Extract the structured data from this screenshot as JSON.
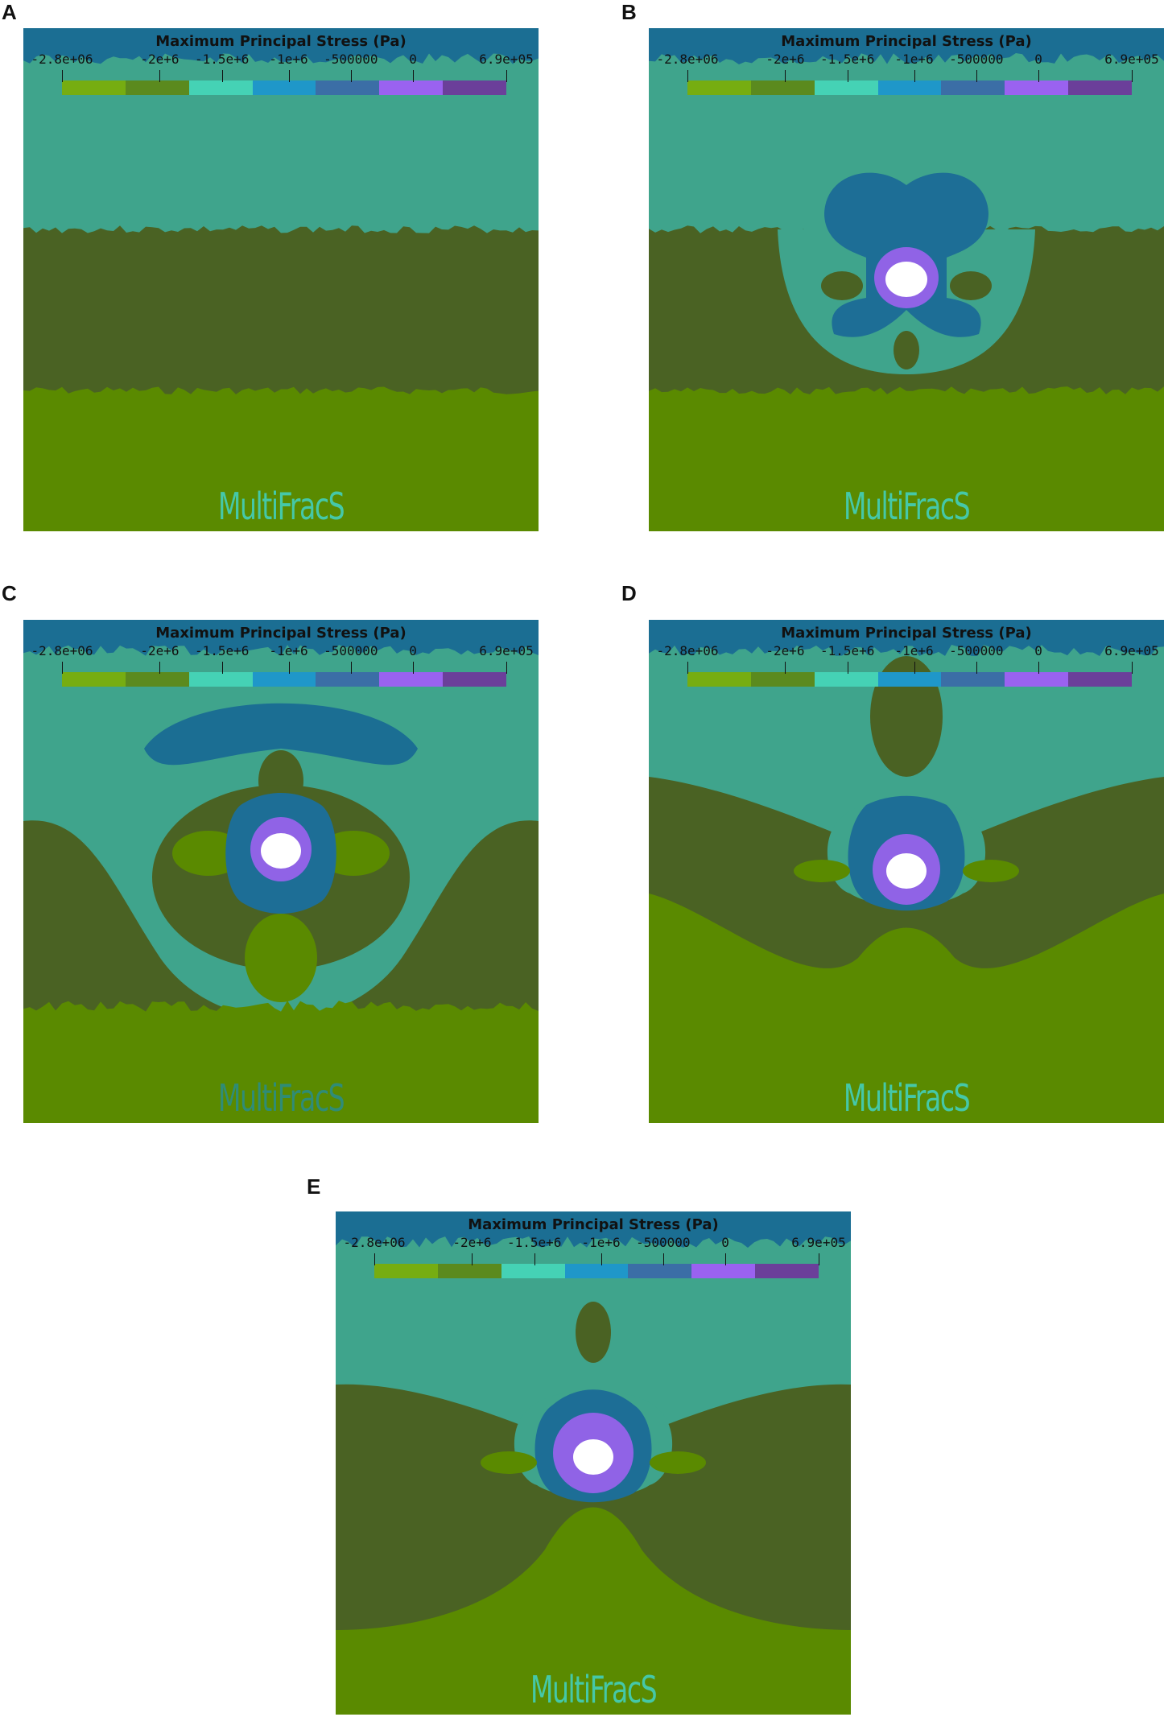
{
  "legend": {
    "title": "Maximum Principal Stress (Pa)",
    "ticks": [
      "-2.8e+06",
      "-2e+6",
      "-1.5e+6",
      "-1e+6",
      "-500000",
      "0",
      "6.9e+05"
    ],
    "colors": [
      "#76ad11",
      "#5b8a1e",
      "#45d2b5",
      "#1f97c9",
      "#3b6ea6",
      "#9a62f0",
      "#6b3f9a"
    ]
  },
  "watermark": "MultiFracS",
  "palette": {
    "top_band": "#1b6e93",
    "teal_region": "#3fa48c",
    "dark_green": "#4a6223",
    "light_green": "#5a8a00",
    "blue_zone": "#1d6e96",
    "purple_core": "#9063e6",
    "hole": "#ffffff"
  },
  "panels": [
    {
      "letter": "A",
      "stage": 0
    },
    {
      "letter": "B",
      "stage": 1
    },
    {
      "letter": "C",
      "stage": 2
    },
    {
      "letter": "D",
      "stage": 3
    },
    {
      "letter": "E",
      "stage": 4
    }
  ]
}
